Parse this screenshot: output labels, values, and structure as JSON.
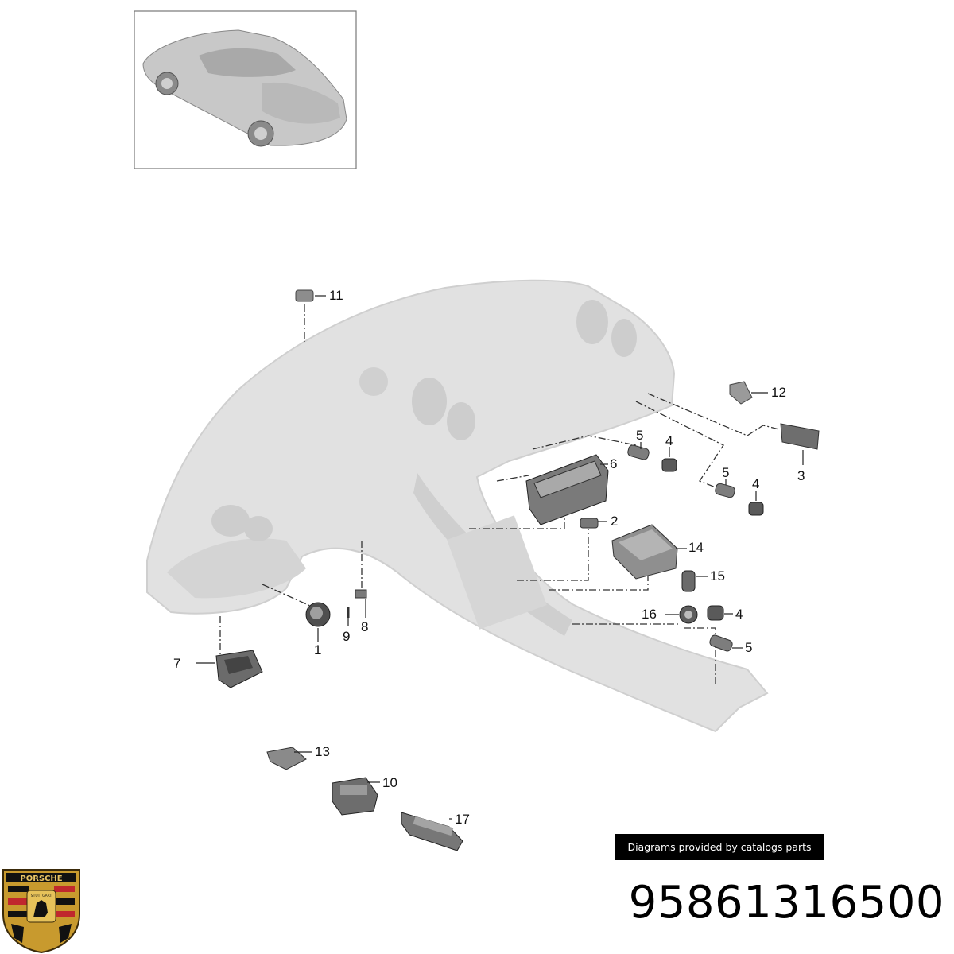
{
  "callouts": [
    {
      "id": "c1",
      "label": "1"
    },
    {
      "id": "c2",
      "label": "2"
    },
    {
      "id": "c3",
      "label": "3"
    },
    {
      "id": "c4a",
      "label": "4"
    },
    {
      "id": "c4b",
      "label": "4"
    },
    {
      "id": "c4c",
      "label": "4"
    },
    {
      "id": "c5a",
      "label": "5"
    },
    {
      "id": "c5b",
      "label": "5"
    },
    {
      "id": "c5c",
      "label": "5"
    },
    {
      "id": "c6",
      "label": "6"
    },
    {
      "id": "c7",
      "label": "7"
    },
    {
      "id": "c8",
      "label": "8"
    },
    {
      "id": "c9",
      "label": "9"
    },
    {
      "id": "c10",
      "label": "10"
    },
    {
      "id": "c11",
      "label": "11"
    },
    {
      "id": "c12",
      "label": "12"
    },
    {
      "id": "c13",
      "label": "13"
    },
    {
      "id": "c14",
      "label": "14"
    },
    {
      "id": "c15",
      "label": "15"
    },
    {
      "id": "c16",
      "label": "16"
    },
    {
      "id": "c17",
      "label": "17"
    }
  ],
  "credit": {
    "text": "Diagrams provided by catalogs parts"
  },
  "part_number": "95861316500",
  "brand": {
    "crest_text_top": "PORSCHE",
    "crest_text_center": "STUTTGART"
  },
  "colors": {
    "dashboard_fill": "#e0e0e0",
    "part_fill": "#6e6e6e",
    "leader": "#333333"
  }
}
